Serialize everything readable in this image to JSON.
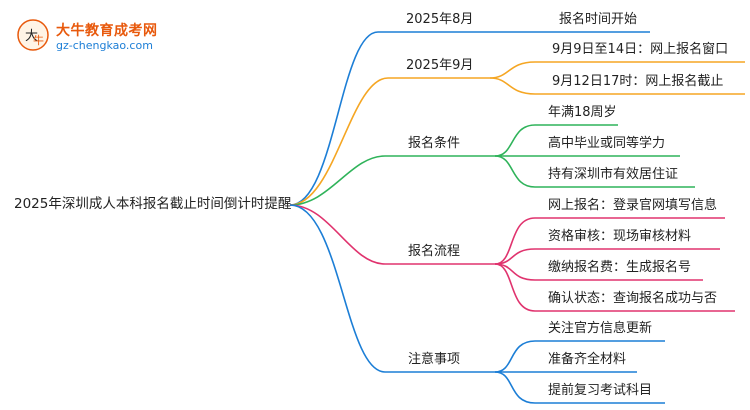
{
  "logo": {
    "title": "大牛教育成考网",
    "url": "gz-chengkao.com"
  },
  "root": "2025年深圳成人本科报名截止时间倒计时提醒",
  "branches": [
    {
      "label": "2025年8月",
      "color": "#1c7ed6",
      "leaves": [
        "报名时间开始"
      ]
    },
    {
      "label": "2025年9月",
      "color": "#f5a623",
      "leaves": [
        "9月9日至14日：网上报名窗口",
        "9月12日17时：网上报名截止"
      ]
    },
    {
      "label": "报名条件",
      "color": "#2fb35a",
      "leaves": [
        "年满18周岁",
        "高中毕业或同等学力",
        "持有深圳市有效居住证"
      ]
    },
    {
      "label": "报名流程",
      "color": "#e0336e",
      "leaves": [
        "网上报名：登录官网填写信息",
        "资格审核：现场审核材料",
        "缴纳报名费：生成报名号",
        "确认状态：查询报名成功与否"
      ]
    },
    {
      "label": "注意事项",
      "color": "#1c7ed6",
      "leaves": [
        "关注官方信息更新",
        "准备齐全材料",
        "提前复习考试科目"
      ]
    }
  ]
}
